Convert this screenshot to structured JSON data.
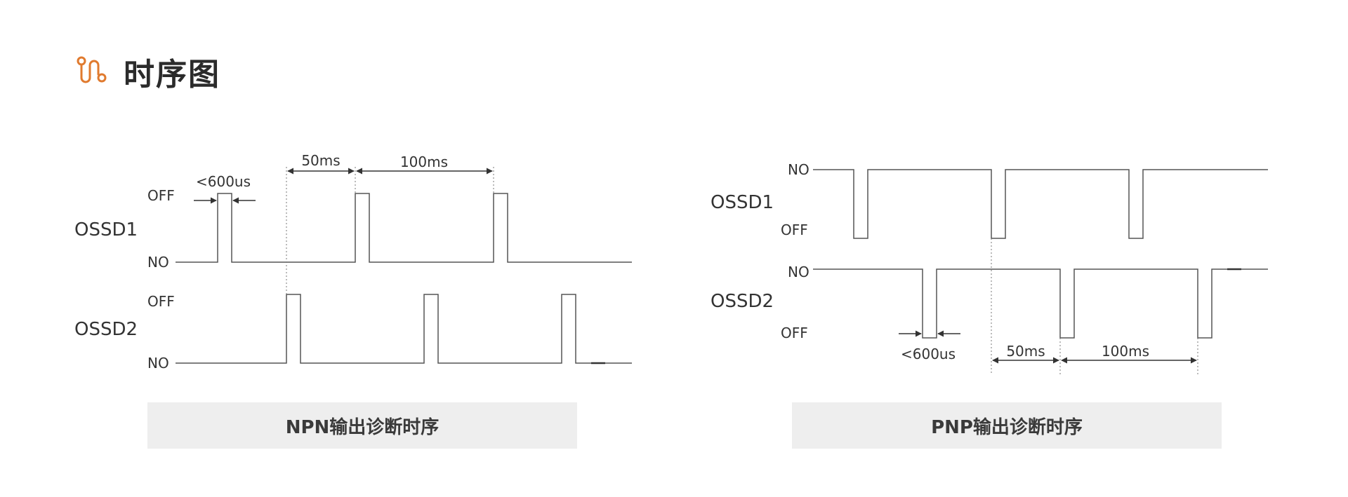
{
  "header": {
    "title": "时序图",
    "icon": "timing-icon",
    "accent": "#e07a2e"
  },
  "colors": {
    "line": "#555555",
    "caption_bg": "#eeeeee"
  },
  "npn": {
    "caption": "NPN输出诊断时序",
    "signal1": "OSSD1",
    "signal2": "OSSD2",
    "off": "OFF",
    "no": "NO",
    "pulse_width": "<600us",
    "interval1": "50ms",
    "interval2": "100ms"
  },
  "pnp": {
    "caption": "PNP输出诊断时序",
    "signal1": "OSSD1",
    "signal2": "OSSD2",
    "off": "OFF",
    "no": "NO",
    "pulse_width": "<600us",
    "interval1": "50ms",
    "interval2": "100ms"
  }
}
